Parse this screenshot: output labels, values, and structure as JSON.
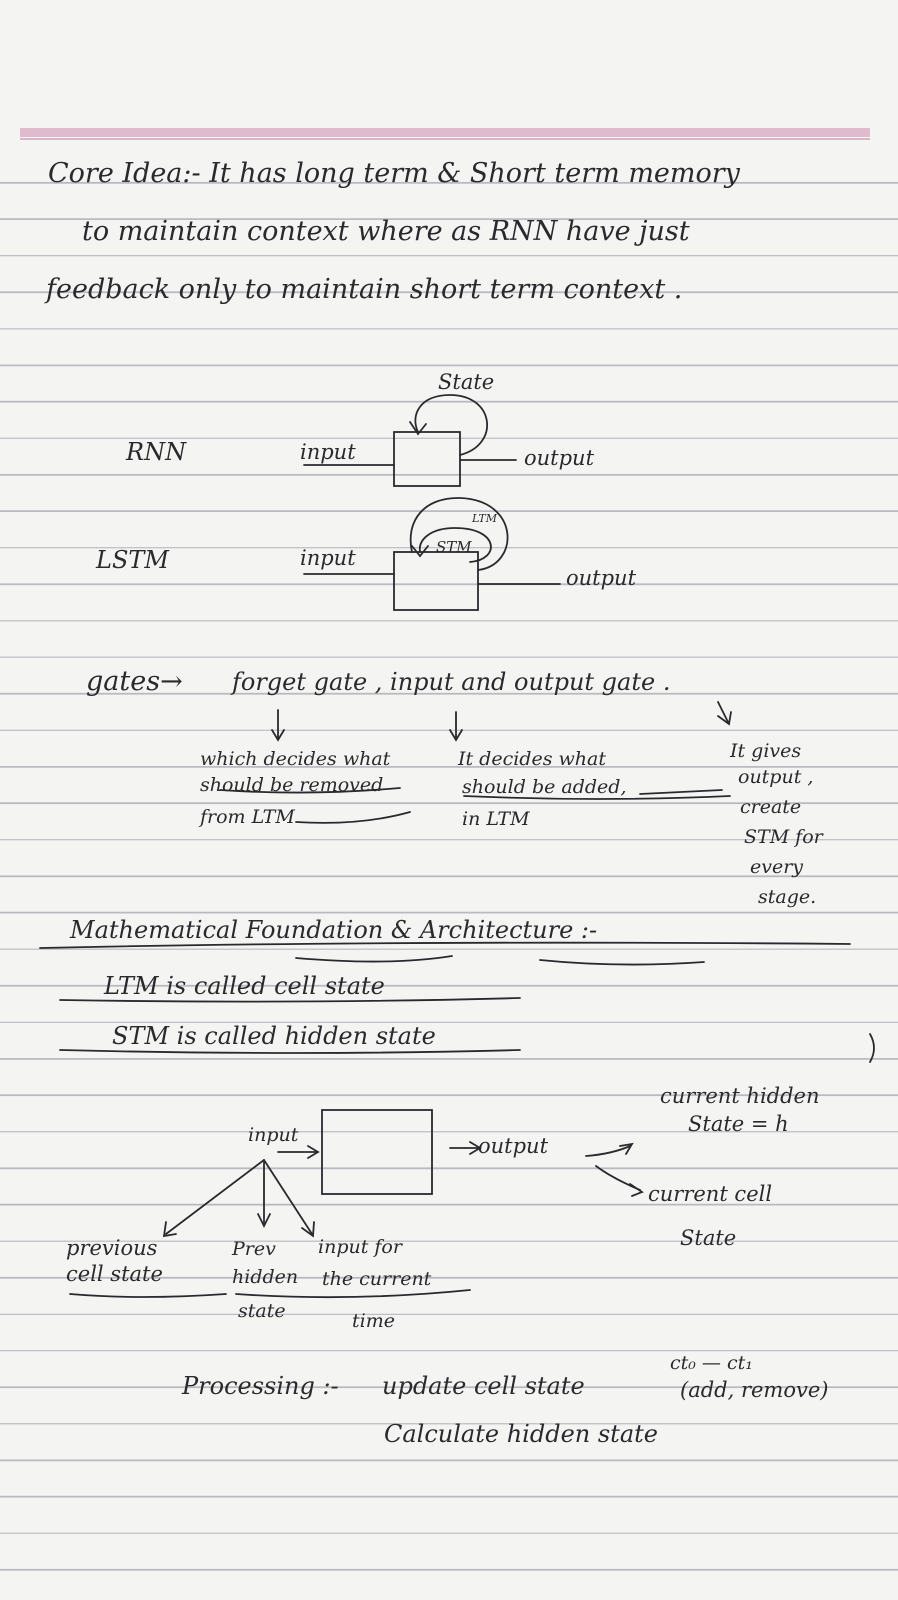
{
  "notes": {
    "core_idea": {
      "line1": "Core Idea:- It has long term & Short term memory",
      "line2": "to maintain context where as RNN have just",
      "line3": "feedback only to maintain short term context ."
    },
    "diagram1": {
      "state_label": "State",
      "rnn_label": "RNN",
      "rnn_input": "input",
      "rnn_output": "output",
      "lstm_label": "LSTM",
      "lstm_input": "input",
      "lstm_output": "output",
      "ltm_tag": "LTM",
      "stm_tag": "STM"
    },
    "gates": {
      "heading": "gates→",
      "line": "forget gate , input and output gate .",
      "forget_desc": [
        "which decides what",
        "should be removed",
        "from LTM"
      ],
      "input_desc": [
        "It decides what",
        "should be added,",
        "in LTM"
      ],
      "output_desc": [
        "It gives",
        "output ,",
        "create",
        "STM for",
        "every",
        "stage."
      ]
    },
    "math": {
      "heading": "Mathematical Foundation & Architecture :-",
      "ltm_line": "LTM is called cell state",
      "stm_line": "STM is called hidden state"
    },
    "diagram2": {
      "input": "input",
      "output": "output",
      "current_hidden": [
        "current hidden",
        "State = h"
      ],
      "current_cell": [
        "current cell",
        "State"
      ],
      "prev_cell": [
        "previous",
        "cell state"
      ],
      "prev_hidden": [
        "Prev",
        "hidden",
        "state"
      ],
      "input_for": [
        "input for",
        "the current",
        "time"
      ]
    },
    "processing": {
      "label": "Processing :-",
      "line1": "update cell state",
      "ct": "ct₀ — ct₁",
      "add_remove": "(add, remove)",
      "line2": "Calculate hidden state"
    }
  }
}
